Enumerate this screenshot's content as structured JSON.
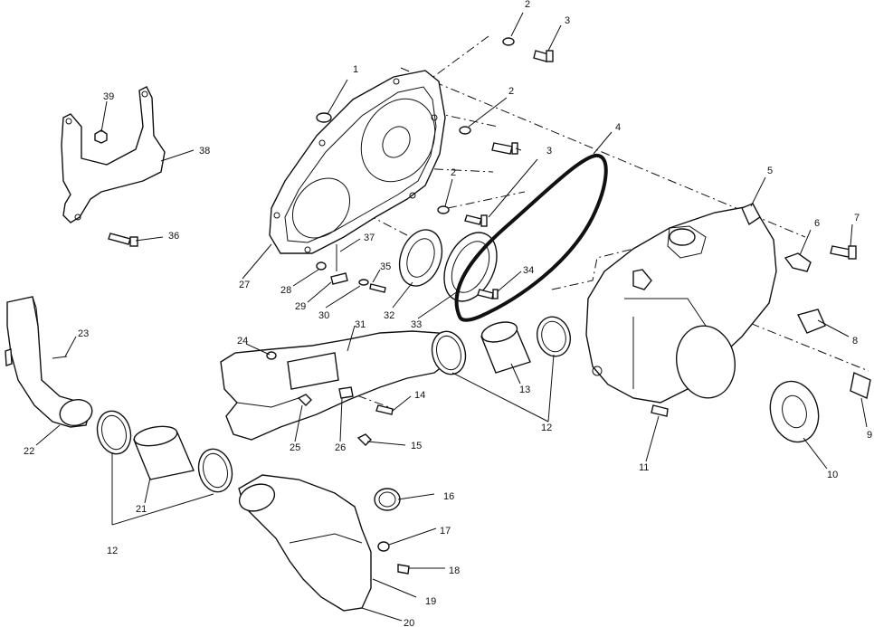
{
  "diagram": {
    "callouts": [
      {
        "id": "c1",
        "label": "1"
      },
      {
        "id": "c2a",
        "label": "2"
      },
      {
        "id": "c2b",
        "label": "2"
      },
      {
        "id": "c2c",
        "label": "2"
      },
      {
        "id": "c3a",
        "label": "3"
      },
      {
        "id": "c3b",
        "label": "3"
      },
      {
        "id": "c4",
        "label": "4"
      },
      {
        "id": "c5",
        "label": "5"
      },
      {
        "id": "c6",
        "label": "6"
      },
      {
        "id": "c7",
        "label": "7"
      },
      {
        "id": "c8",
        "label": "8"
      },
      {
        "id": "c9",
        "label": "9"
      },
      {
        "id": "c10",
        "label": "10"
      },
      {
        "id": "c11",
        "label": "11"
      },
      {
        "id": "c12a",
        "label": "12"
      },
      {
        "id": "c12b",
        "label": "12"
      },
      {
        "id": "c13",
        "label": "13"
      },
      {
        "id": "c14",
        "label": "14"
      },
      {
        "id": "c15",
        "label": "15"
      },
      {
        "id": "c16",
        "label": "16"
      },
      {
        "id": "c17",
        "label": "17"
      },
      {
        "id": "c18",
        "label": "18"
      },
      {
        "id": "c19",
        "label": "19"
      },
      {
        "id": "c20",
        "label": "20"
      },
      {
        "id": "c21",
        "label": "21"
      },
      {
        "id": "c22",
        "label": "22"
      },
      {
        "id": "c23",
        "label": "23"
      },
      {
        "id": "c24",
        "label": "24"
      },
      {
        "id": "c25",
        "label": "25"
      },
      {
        "id": "c26",
        "label": "26"
      },
      {
        "id": "c27",
        "label": "27"
      },
      {
        "id": "c28",
        "label": "28"
      },
      {
        "id": "c29",
        "label": "29"
      },
      {
        "id": "c30",
        "label": "30"
      },
      {
        "id": "c31",
        "label": "31"
      },
      {
        "id": "c32",
        "label": "32"
      },
      {
        "id": "c33",
        "label": "33"
      },
      {
        "id": "c34",
        "label": "34"
      },
      {
        "id": "c35",
        "label": "35"
      },
      {
        "id": "c36",
        "label": "36"
      },
      {
        "id": "c37",
        "label": "37"
      },
      {
        "id": "c38",
        "label": "38"
      },
      {
        "id": "c39",
        "label": "39"
      }
    ]
  }
}
